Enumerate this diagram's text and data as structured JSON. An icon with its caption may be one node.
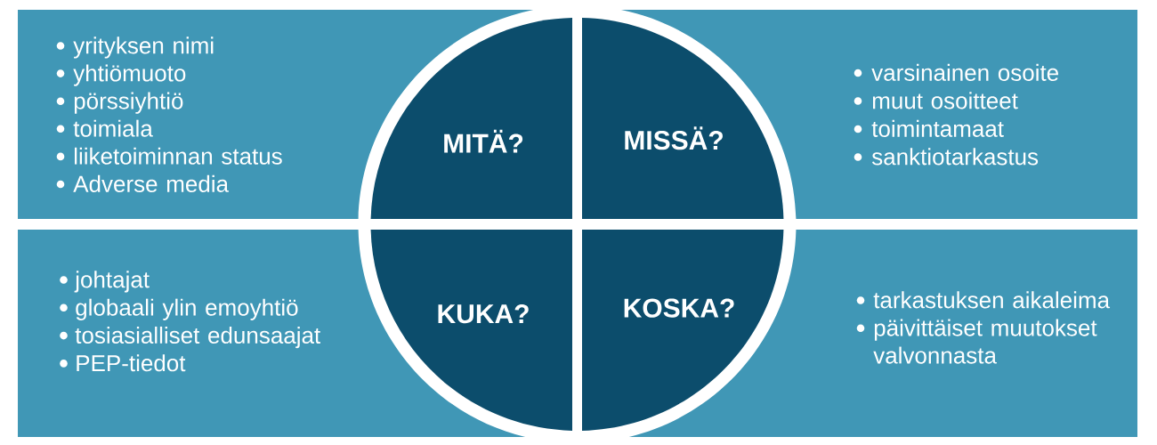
{
  "diagram": {
    "nodes": [
      {
        "text": [
          "yrityksen nimi",
          "yhtiömuoto",
          "pörssiyhtiö",
          "toimiala",
          "liiketoiminnan status",
          "Adverse media"
        ]
      },
      {
        "text": [
          "MITÄ?"
        ]
      },
      {
        "text": [
          "MISSÄ?"
        ]
      },
      {
        "text": [
          "varsinainen osoite",
          "muut osoitteet",
          "toimintamaat",
          "sanktiotarkastus"
        ]
      },
      {
        "text": [
          "johtajat",
          "globaali ylin emoyhtiö",
          "tosiasialliset edunsaajat",
          "PEP-tiedot"
        ]
      },
      {
        "text": [
          "KUKA?"
        ]
      },
      {
        "text": [
          "KOSKA?"
        ]
      },
      {
        "text": [
          "tarkastuksen aikaleima",
          "päivittäiset muutokset valvonnasta"
        ]
      }
    ]
  }
}
